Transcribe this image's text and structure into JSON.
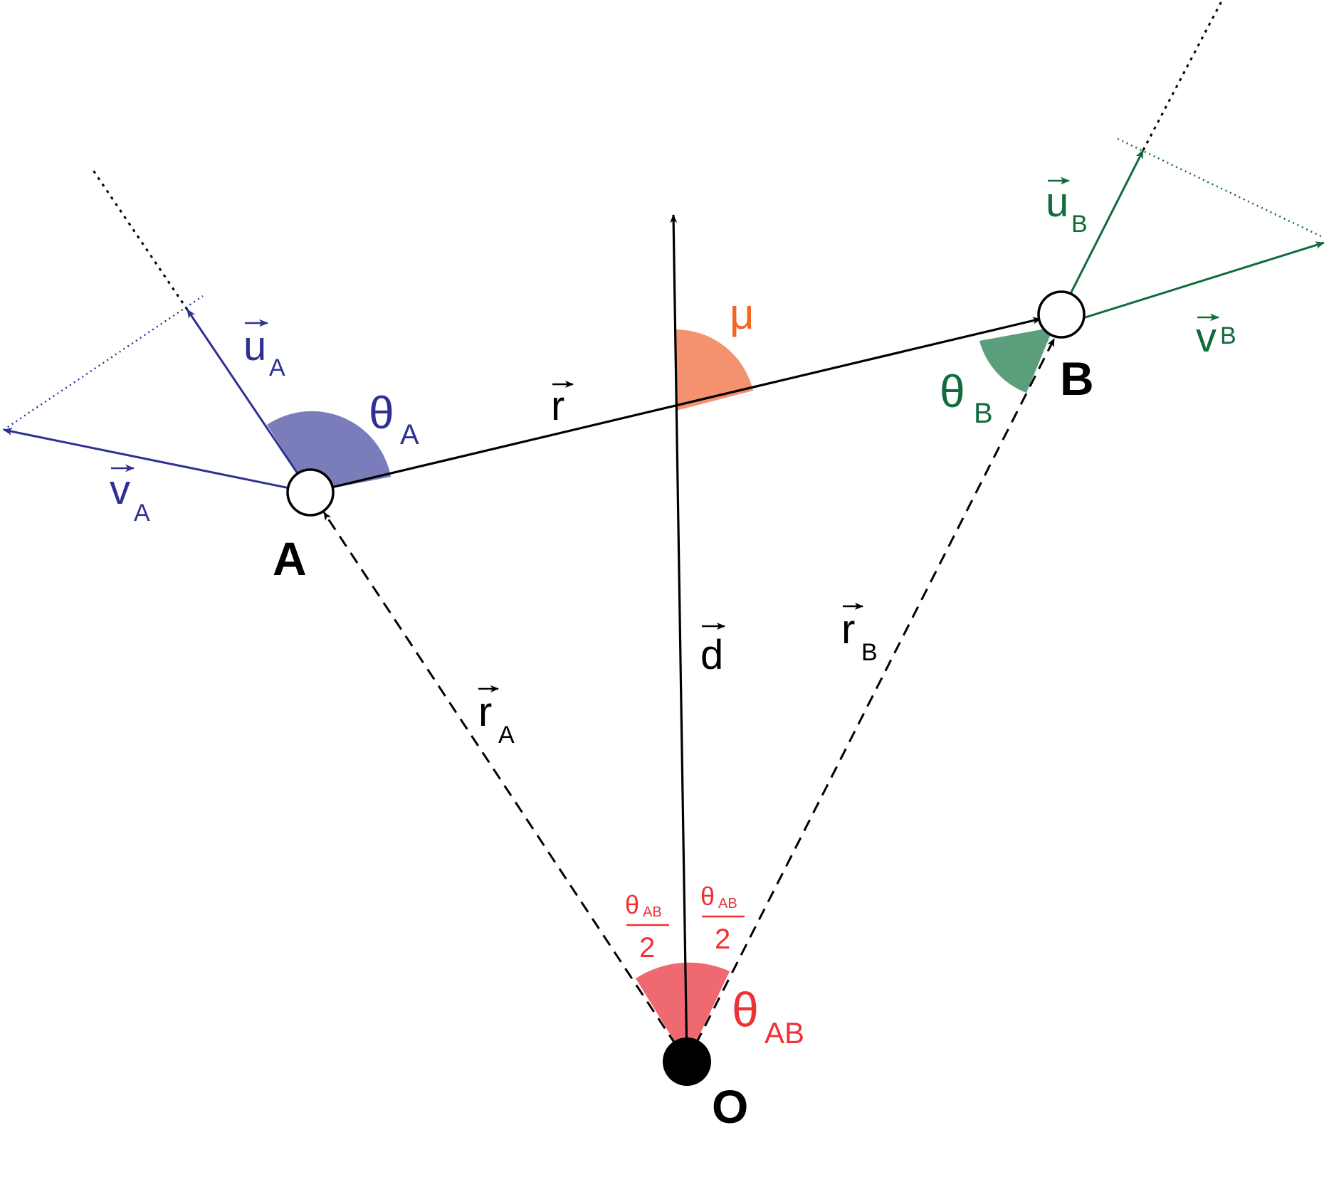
{
  "colors": {
    "black": "#000000",
    "blue": "#2e3192",
    "blue_fill": "#7a7db9",
    "green": "#116b3c",
    "green_fill": "#5a9e7c",
    "orange": "#f26522",
    "orange_fill": "#f49270",
    "red": "#ed3237",
    "red_fill": "#ef6970"
  },
  "points": {
    "A": "A",
    "B": "B",
    "O": "O"
  },
  "vectors": {
    "r": {
      "main": "r",
      "sub": ""
    },
    "d": {
      "main": "d",
      "sub": ""
    },
    "rA": {
      "main": "r",
      "sub": "A"
    },
    "rB": {
      "main": "r",
      "sub": "B"
    },
    "uA": {
      "main": "u",
      "sub": "A"
    },
    "vA": {
      "main": "v",
      "sub": "A"
    },
    "uB": {
      "main": "u",
      "sub": "B"
    },
    "vB": {
      "main": "v",
      "sub": "B"
    }
  },
  "angles": {
    "thetaA": {
      "main": "θ",
      "sub": "A"
    },
    "thetaB": {
      "main": "θ",
      "sub": "B"
    },
    "mu": {
      "main": "μ"
    },
    "thetaAB": {
      "main": "θ",
      "sub": "AB"
    },
    "half": {
      "num_main": "θ",
      "num_sub": "AB",
      "den": "2"
    }
  }
}
